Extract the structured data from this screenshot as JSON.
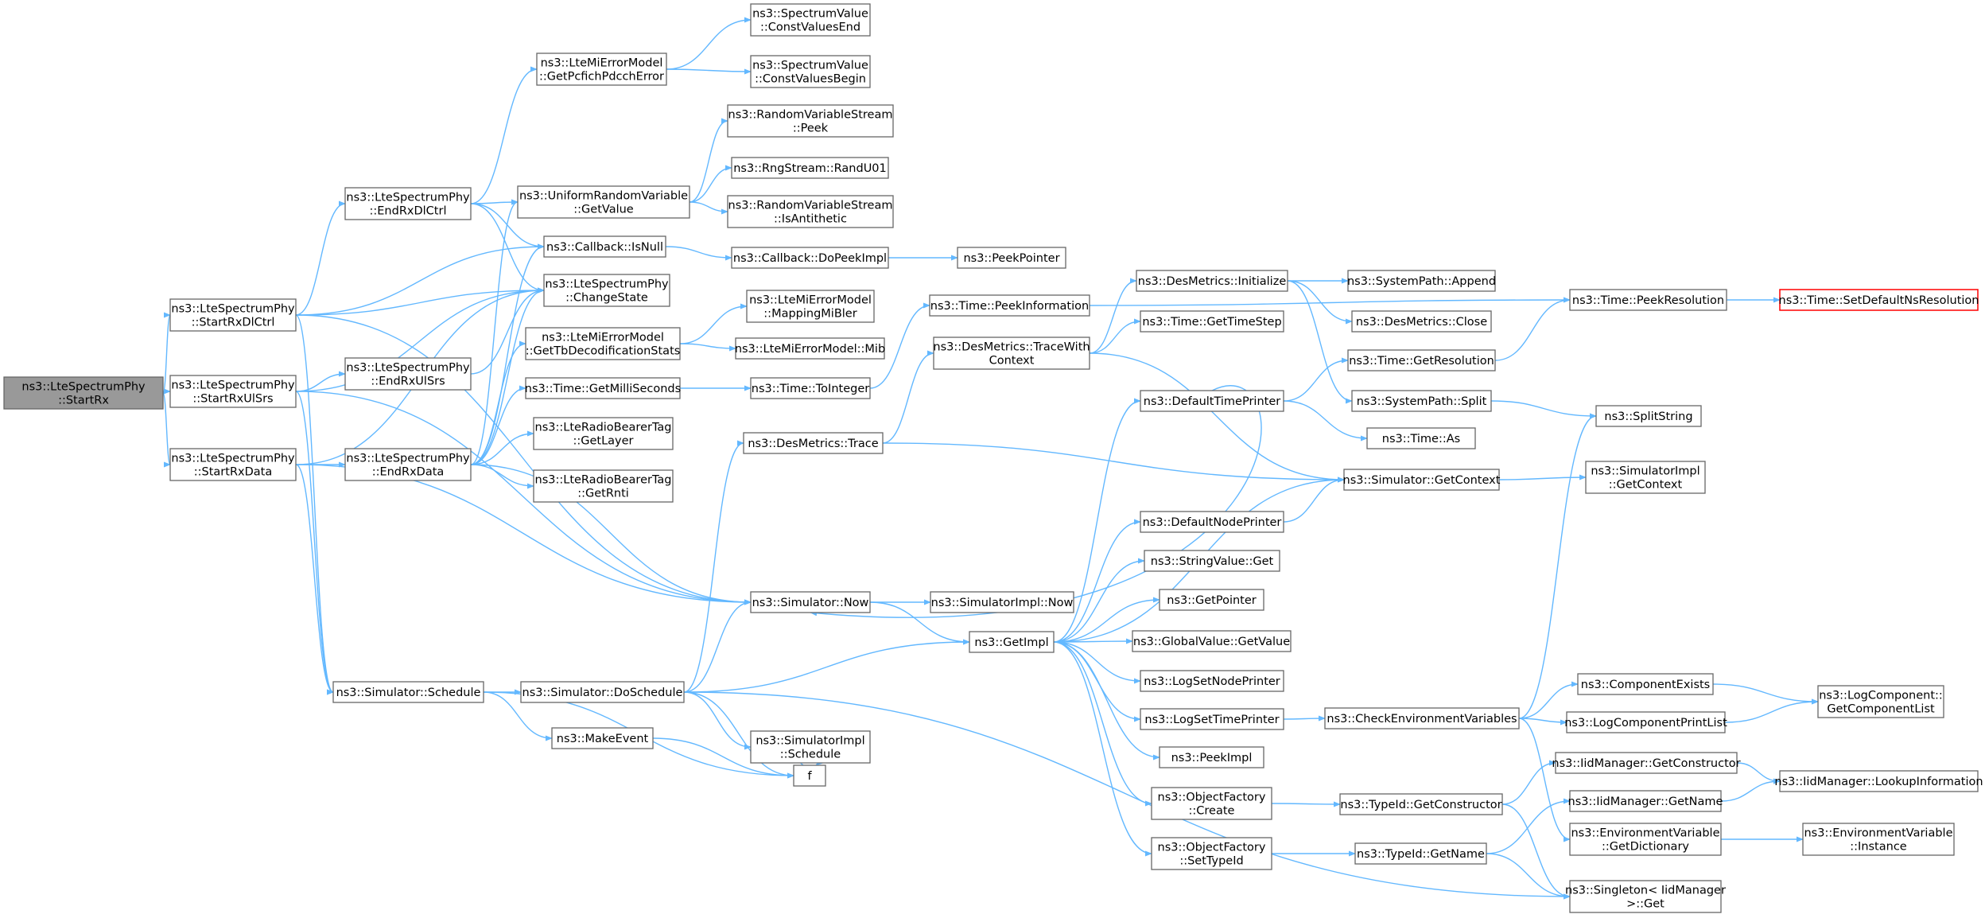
{
  "theme": {
    "edge_color": "#63b8ff",
    "node_border": "#666666",
    "root_fill": "#999999",
    "highlight_border": "#ff0000"
  },
  "nodes": [
    {
      "id": "StartRx",
      "lines": [
        "ns3::LteSpectrumPhy",
        "::StartRx"
      ],
      "style": "root"
    },
    {
      "id": "StartRxDlCtrl",
      "lines": [
        "ns3::LteSpectrumPhy",
        "::StartRxDlCtrl"
      ]
    },
    {
      "id": "StartRxUlSrs",
      "lines": [
        "ns3::LteSpectrumPhy",
        "::StartRxUlSrs"
      ]
    },
    {
      "id": "StartRxData",
      "lines": [
        "ns3::LteSpectrumPhy",
        "::StartRxData"
      ]
    },
    {
      "id": "EndRxDlCtrl",
      "lines": [
        "ns3::LteSpectrumPhy",
        "::EndRxDlCtrl"
      ]
    },
    {
      "id": "EndRxUlSrs",
      "lines": [
        "ns3::LteSpectrumPhy",
        "::EndRxUlSrs"
      ]
    },
    {
      "id": "EndRxData",
      "lines": [
        "ns3::LteSpectrumPhy",
        "::EndRxData"
      ]
    },
    {
      "id": "Schedule",
      "lines": [
        "ns3::Simulator::Schedule"
      ]
    },
    {
      "id": "GetPcfich",
      "lines": [
        "ns3::LteMiErrorModel",
        "::GetPcfichPdcchError"
      ]
    },
    {
      "id": "UniformGetValue",
      "lines": [
        "ns3::UniformRandomVariable",
        "::GetValue"
      ]
    },
    {
      "id": "IsNull",
      "lines": [
        "ns3::Callback::IsNull"
      ]
    },
    {
      "id": "ChangeState",
      "lines": [
        "ns3::LteSpectrumPhy",
        "::ChangeState"
      ]
    },
    {
      "id": "GetTbDecod",
      "lines": [
        "ns3::LteMiErrorModel",
        "::GetTbDecodificationStats"
      ]
    },
    {
      "id": "GetMilliSeconds",
      "lines": [
        "ns3::Time::GetMilliSeconds"
      ]
    },
    {
      "id": "GetLayer",
      "lines": [
        "ns3::LteRadioBearerTag",
        "::GetLayer"
      ]
    },
    {
      "id": "GetRnti",
      "lines": [
        "ns3::LteRadioBearerTag",
        "::GetRnti"
      ]
    },
    {
      "id": "DesTrace",
      "lines": [
        "ns3::DesMetrics::Trace"
      ]
    },
    {
      "id": "SimNow",
      "lines": [
        "ns3::Simulator::Now"
      ]
    },
    {
      "id": "DoSchedule",
      "lines": [
        "ns3::Simulator::DoSchedule"
      ]
    },
    {
      "id": "MakeEvent",
      "lines": [
        "ns3::MakeEvent"
      ]
    },
    {
      "id": "f",
      "lines": [
        "f"
      ]
    },
    {
      "id": "ConstValuesEnd",
      "lines": [
        "ns3::SpectrumValue",
        "::ConstValuesEnd"
      ]
    },
    {
      "id": "ConstValuesBegin",
      "lines": [
        "ns3::SpectrumValue",
        "::ConstValuesBegin"
      ]
    },
    {
      "id": "Peek",
      "lines": [
        "ns3::RandomVariableStream",
        "::Peek"
      ]
    },
    {
      "id": "RandU01",
      "lines": [
        "ns3::RngStream::RandU01"
      ]
    },
    {
      "id": "IsAntithetic",
      "lines": [
        "ns3::RandomVariableStream",
        "::IsAntithetic"
      ]
    },
    {
      "id": "DoPeekImpl",
      "lines": [
        "ns3::Callback::DoPeekImpl"
      ]
    },
    {
      "id": "MappingMiBler",
      "lines": [
        "ns3::LteMiErrorModel",
        "::MappingMiBler"
      ]
    },
    {
      "id": "Mib",
      "lines": [
        "ns3::LteMiErrorModel::Mib"
      ]
    },
    {
      "id": "ToInteger",
      "lines": [
        "ns3::Time::ToInteger"
      ]
    },
    {
      "id": "SimImplNow",
      "lines": [
        "ns3::SimulatorImpl::Now"
      ]
    },
    {
      "id": "GetImpl",
      "lines": [
        "ns3::GetImpl"
      ]
    },
    {
      "id": "SimImplSchedule",
      "lines": [
        "ns3::SimulatorImpl",
        "::Schedule"
      ]
    },
    {
      "id": "PeekPointer",
      "lines": [
        "ns3::PeekPointer"
      ]
    },
    {
      "id": "PeekInformation",
      "lines": [
        "ns3::Time::PeekInformation"
      ]
    },
    {
      "id": "TraceWithContext",
      "lines": [
        "ns3::DesMetrics::TraceWith",
        "Context"
      ]
    },
    {
      "id": "DesInitialize",
      "lines": [
        "ns3::DesMetrics::Initialize"
      ]
    },
    {
      "id": "GetTimeStep",
      "lines": [
        "ns3::Time::GetTimeStep"
      ]
    },
    {
      "id": "DefaultTimePrinter",
      "lines": [
        "ns3::DefaultTimePrinter"
      ]
    },
    {
      "id": "DefaultNodePrinter",
      "lines": [
        "ns3::DefaultNodePrinter"
      ]
    },
    {
      "id": "StringValueGet",
      "lines": [
        "ns3::StringValue::Get"
      ]
    },
    {
      "id": "GetPointer",
      "lines": [
        "ns3::GetPointer"
      ]
    },
    {
      "id": "GlobalGetValue",
      "lines": [
        "ns3::GlobalValue::GetValue"
      ]
    },
    {
      "id": "LogSetNodePrinter",
      "lines": [
        "ns3::LogSetNodePrinter"
      ]
    },
    {
      "id": "LogSetTimePrinter",
      "lines": [
        "ns3::LogSetTimePrinter"
      ]
    },
    {
      "id": "PeekImpl",
      "lines": [
        "ns3::PeekImpl"
      ]
    },
    {
      "id": "ObjFactoryCreate",
      "lines": [
        "ns3::ObjectFactory",
        "::Create"
      ]
    },
    {
      "id": "ObjFactorySetTypeId",
      "lines": [
        "ns3::ObjectFactory",
        "::SetTypeId"
      ]
    },
    {
      "id": "SysPathAppend",
      "lines": [
        "ns3::SystemPath::Append"
      ]
    },
    {
      "id": "DesClose",
      "lines": [
        "ns3::DesMetrics::Close"
      ]
    },
    {
      "id": "TimeGetResolution",
      "lines": [
        "ns3::Time::GetResolution"
      ]
    },
    {
      "id": "SysPathSplit",
      "lines": [
        "ns3::SystemPath::Split"
      ]
    },
    {
      "id": "TimeAs",
      "lines": [
        "ns3::Time::As"
      ]
    },
    {
      "id": "SimGetContext",
      "lines": [
        "ns3::Simulator::GetContext"
      ]
    },
    {
      "id": "CheckEnvVars",
      "lines": [
        "ns3::CheckEnvironmentVariables"
      ]
    },
    {
      "id": "TypeIdGetConstructor",
      "lines": [
        "ns3::TypeId::GetConstructor"
      ]
    },
    {
      "id": "TypeIdGetName",
      "lines": [
        "ns3::TypeId::GetName"
      ]
    },
    {
      "id": "PeekResolution",
      "lines": [
        "ns3::Time::PeekResolution"
      ]
    },
    {
      "id": "SplitString",
      "lines": [
        "ns3::SplitString"
      ]
    },
    {
      "id": "SimImplGetContext",
      "lines": [
        "ns3::SimulatorImpl",
        "::GetContext"
      ]
    },
    {
      "id": "ComponentExists",
      "lines": [
        "ns3::ComponentExists"
      ]
    },
    {
      "id": "LogComponentPrintList",
      "lines": [
        "ns3::LogComponentPrintList"
      ]
    },
    {
      "id": "IidGetConstructor",
      "lines": [
        "ns3::IidManager::GetConstructor"
      ]
    },
    {
      "id": "IidGetName",
      "lines": [
        "ns3::IidManager::GetName"
      ]
    },
    {
      "id": "EnvVarGetDictionary",
      "lines": [
        "ns3::EnvironmentVariable",
        "::GetDictionary"
      ]
    },
    {
      "id": "SingletonGet",
      "lines": [
        "ns3::Singleton< IidManager",
        " >::Get"
      ]
    },
    {
      "id": "SetDefaultNsResolution",
      "lines": [
        "ns3::Time::SetDefaultNsResolution"
      ],
      "style": "highlight"
    },
    {
      "id": "LogComponentGetList",
      "lines": [
        "ns3::LogComponent::",
        "GetComponentList"
      ]
    },
    {
      "id": "IidLookupInformation",
      "lines": [
        "ns3::IidManager::LookupInformation"
      ]
    },
    {
      "id": "EnvVarInstance",
      "lines": [
        "ns3::EnvironmentVariable",
        "::Instance"
      ]
    }
  ],
  "edges": [
    [
      "StartRx",
      "StartRxDlCtrl"
    ],
    [
      "StartRx",
      "StartRxUlSrs"
    ],
    [
      "StartRx",
      "StartRxData"
    ],
    [
      "StartRxDlCtrl",
      "EndRxDlCtrl"
    ],
    [
      "StartRxDlCtrl",
      "IsNull"
    ],
    [
      "StartRxDlCtrl",
      "ChangeState"
    ],
    [
      "StartRxDlCtrl",
      "Schedule"
    ],
    [
      "StartRxDlCtrl",
      "SimNow"
    ],
    [
      "StartRxUlSrs",
      "EndRxUlSrs"
    ],
    [
      "StartRxUlSrs",
      "ChangeState"
    ],
    [
      "StartRxUlSrs",
      "Schedule"
    ],
    [
      "StartRxUlSrs",
      "SimNow"
    ],
    [
      "StartRxData",
      "EndRxData"
    ],
    [
      "StartRxData",
      "ChangeState"
    ],
    [
      "StartRxData",
      "Schedule"
    ],
    [
      "StartRxData",
      "SimNow"
    ],
    [
      "EndRxDlCtrl",
      "GetPcfich"
    ],
    [
      "EndRxDlCtrl",
      "UniformGetValue"
    ],
    [
      "EndRxDlCtrl",
      "IsNull"
    ],
    [
      "EndRxDlCtrl",
      "ChangeState"
    ],
    [
      "EndRxUlSrs",
      "ChangeState"
    ],
    [
      "EndRxData",
      "UniformGetValue"
    ],
    [
      "EndRxData",
      "IsNull"
    ],
    [
      "EndRxData",
      "ChangeState"
    ],
    [
      "EndRxData",
      "GetTbDecod"
    ],
    [
      "EndRxData",
      "GetMilliSeconds"
    ],
    [
      "EndRxData",
      "GetLayer"
    ],
    [
      "EndRxData",
      "GetRnti"
    ],
    [
      "EndRxData",
      "SimNow"
    ],
    [
      "Schedule",
      "DoSchedule"
    ],
    [
      "Schedule",
      "MakeEvent"
    ],
    [
      "Schedule",
      "f"
    ],
    [
      "GetPcfich",
      "ConstValuesEnd"
    ],
    [
      "GetPcfich",
      "ConstValuesBegin"
    ],
    [
      "UniformGetValue",
      "Peek"
    ],
    [
      "UniformGetValue",
      "RandU01"
    ],
    [
      "UniformGetValue",
      "IsAntithetic"
    ],
    [
      "IsNull",
      "DoPeekImpl"
    ],
    [
      "GetTbDecod",
      "MappingMiBler"
    ],
    [
      "GetTbDecod",
      "Mib"
    ],
    [
      "GetMilliSeconds",
      "ToInteger"
    ],
    [
      "DesTrace",
      "TraceWithContext"
    ],
    [
      "DesTrace",
      "SimGetContext"
    ],
    [
      "SimNow",
      "SimImplNow"
    ],
    [
      "SimNow",
      "GetImpl"
    ],
    [
      "DoSchedule",
      "DesTrace"
    ],
    [
      "DoSchedule",
      "SimNow"
    ],
    [
      "DoSchedule",
      "GetImpl"
    ],
    [
      "DoSchedule",
      "SimImplSchedule"
    ],
    [
      "DoSchedule",
      "f"
    ],
    [
      "DoSchedule",
      "SingletonGet"
    ],
    [
      "MakeEvent",
      "f"
    ],
    [
      "f",
      "f"
    ],
    [
      "DoPeekImpl",
      "PeekPointer"
    ],
    [
      "ToInteger",
      "PeekInformation"
    ],
    [
      "PeekInformation",
      "PeekResolution"
    ],
    [
      "TraceWithContext",
      "DesInitialize"
    ],
    [
      "TraceWithContext",
      "GetTimeStep"
    ],
    [
      "TraceWithContext",
      "SimGetContext"
    ],
    [
      "DesInitialize",
      "SysPathAppend"
    ],
    [
      "DesInitialize",
      "DesClose"
    ],
    [
      "DesInitialize",
      "SysPathSplit"
    ],
    [
      "GetImpl",
      "DefaultTimePrinter"
    ],
    [
      "GetImpl",
      "DefaultNodePrinter"
    ],
    [
      "GetImpl",
      "StringValueGet"
    ],
    [
      "GetImpl",
      "GetPointer"
    ],
    [
      "GetImpl",
      "GlobalGetValue"
    ],
    [
      "GetImpl",
      "LogSetNodePrinter"
    ],
    [
      "GetImpl",
      "LogSetTimePrinter"
    ],
    [
      "GetImpl",
      "PeekImpl"
    ],
    [
      "GetImpl",
      "ObjFactoryCreate"
    ],
    [
      "GetImpl",
      "ObjFactorySetTypeId"
    ],
    [
      "GetImpl",
      "SimGetContext"
    ],
    [
      "DefaultTimePrinter",
      "SimNow"
    ],
    [
      "DefaultTimePrinter",
      "TimeGetResolution"
    ],
    [
      "DefaultTimePrinter",
      "TimeAs"
    ],
    [
      "DefaultNodePrinter",
      "SimGetContext"
    ],
    [
      "LogSetTimePrinter",
      "CheckEnvVars"
    ],
    [
      "ObjFactoryCreate",
      "TypeIdGetConstructor"
    ],
    [
      "ObjFactorySetTypeId",
      "TypeIdGetName"
    ],
    [
      "TimeGetResolution",
      "PeekResolution"
    ],
    [
      "SysPathSplit",
      "SplitString"
    ],
    [
      "SimGetContext",
      "SimImplGetContext"
    ],
    [
      "CheckEnvVars",
      "SplitString"
    ],
    [
      "CheckEnvVars",
      "ComponentExists"
    ],
    [
      "CheckEnvVars",
      "LogComponentPrintList"
    ],
    [
      "CheckEnvVars",
      "EnvVarGetDictionary"
    ],
    [
      "TypeIdGetConstructor",
      "IidGetConstructor"
    ],
    [
      "TypeIdGetConstructor",
      "SingletonGet"
    ],
    [
      "TypeIdGetName",
      "IidGetName"
    ],
    [
      "TypeIdGetName",
      "SingletonGet"
    ],
    [
      "PeekResolution",
      "SetDefaultNsResolution"
    ],
    [
      "ComponentExists",
      "LogComponentGetList"
    ],
    [
      "LogComponentPrintList",
      "LogComponentGetList"
    ],
    [
      "IidGetConstructor",
      "IidLookupInformation"
    ],
    [
      "IidGetName",
      "IidLookupInformation"
    ],
    [
      "EnvVarGetDictionary",
      "EnvVarInstance"
    ]
  ]
}
